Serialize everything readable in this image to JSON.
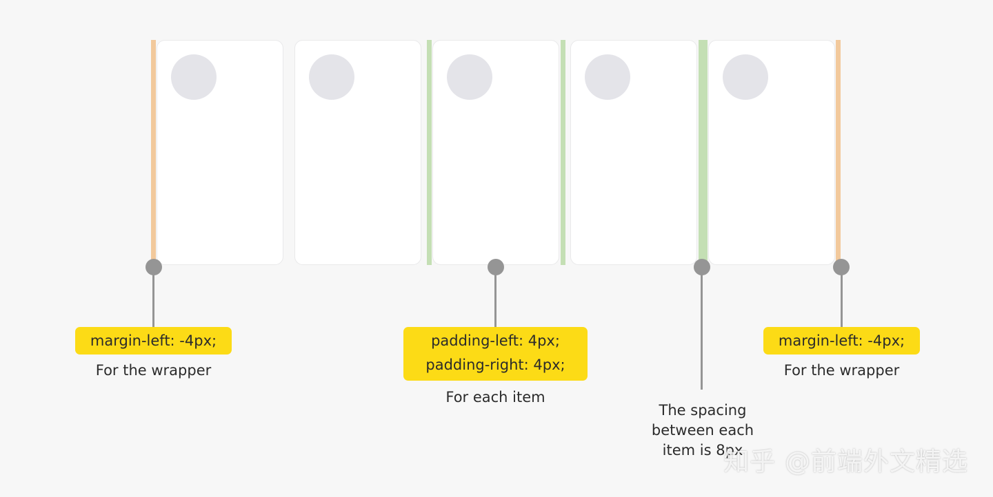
{
  "annotations": {
    "left_wrapper": {
      "code": "margin-left: -4px;",
      "caption": "For the wrapper"
    },
    "item_padding": {
      "code_line1": "padding-left: 4px;",
      "code_line2": "padding-right: 4px;",
      "caption": "For each item"
    },
    "spacing": {
      "caption": "The spacing\nbetween each\nitem is 8px"
    },
    "right_wrapper": {
      "code": "margin-left: -4px;",
      "caption": "For the wrapper"
    }
  },
  "watermark": "知乎 @前端外文精选",
  "colors": {
    "wrapper_margin": "#f2c99c",
    "item_padding": "#c4dfb4",
    "tag_bg": "#fcdb16",
    "pin": "#959595",
    "avatar": "#e4e4e9",
    "background": "#f7f7f7"
  }
}
